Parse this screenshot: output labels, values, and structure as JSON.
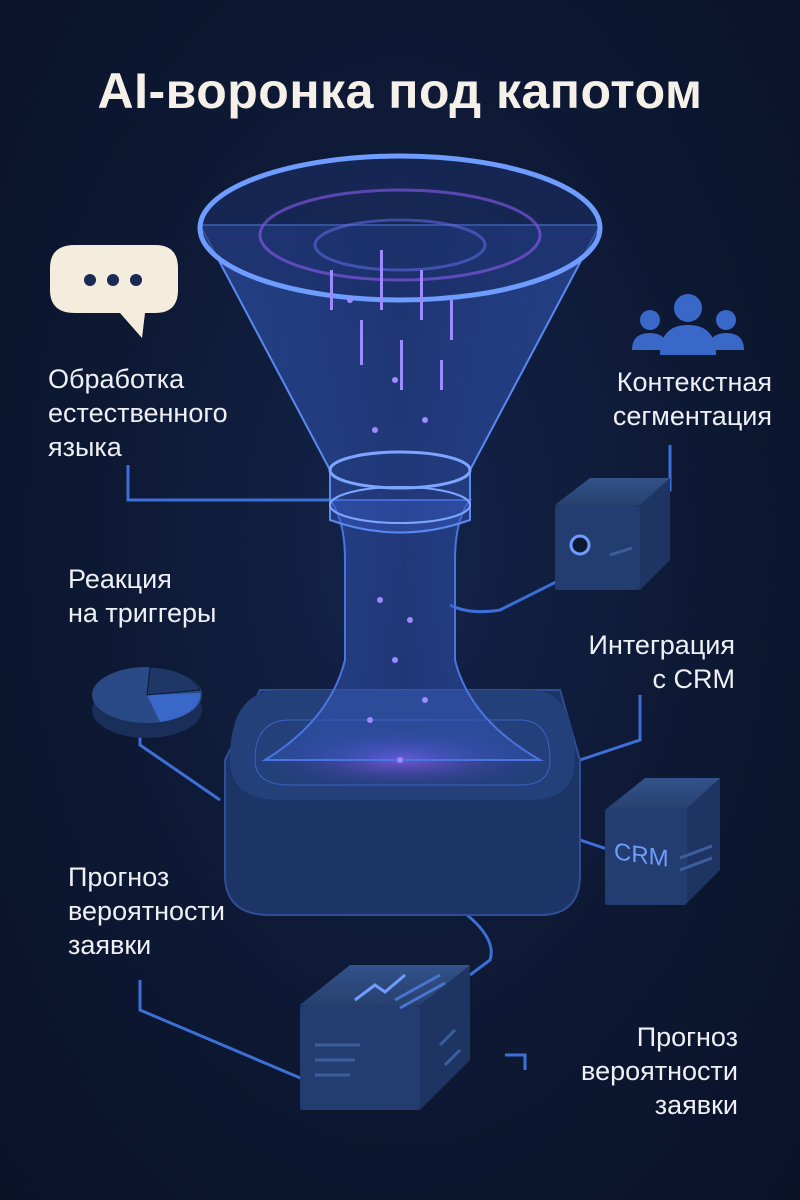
{
  "title": "AI-воронка под капотом",
  "labels": {
    "nlp": [
      "Обработка",
      "естественного",
      "языка"
    ],
    "segmentation": [
      "Контекстная",
      "сегментация"
    ],
    "triggers": [
      "Реакция",
      "на триггеры"
    ],
    "crm": [
      "Интеграция",
      "с CRM"
    ],
    "forecast_left": [
      "Прогноз",
      "вероятности",
      "заявки"
    ],
    "forecast_right": [
      "Прогноз",
      "вероятности",
      "заявки"
    ]
  },
  "crm_cube_text": "CRM",
  "colors": {
    "background": "#0d1833",
    "accent": "#3d7bf0",
    "glow": "#8a5cf0",
    "cube": "#27406e"
  }
}
